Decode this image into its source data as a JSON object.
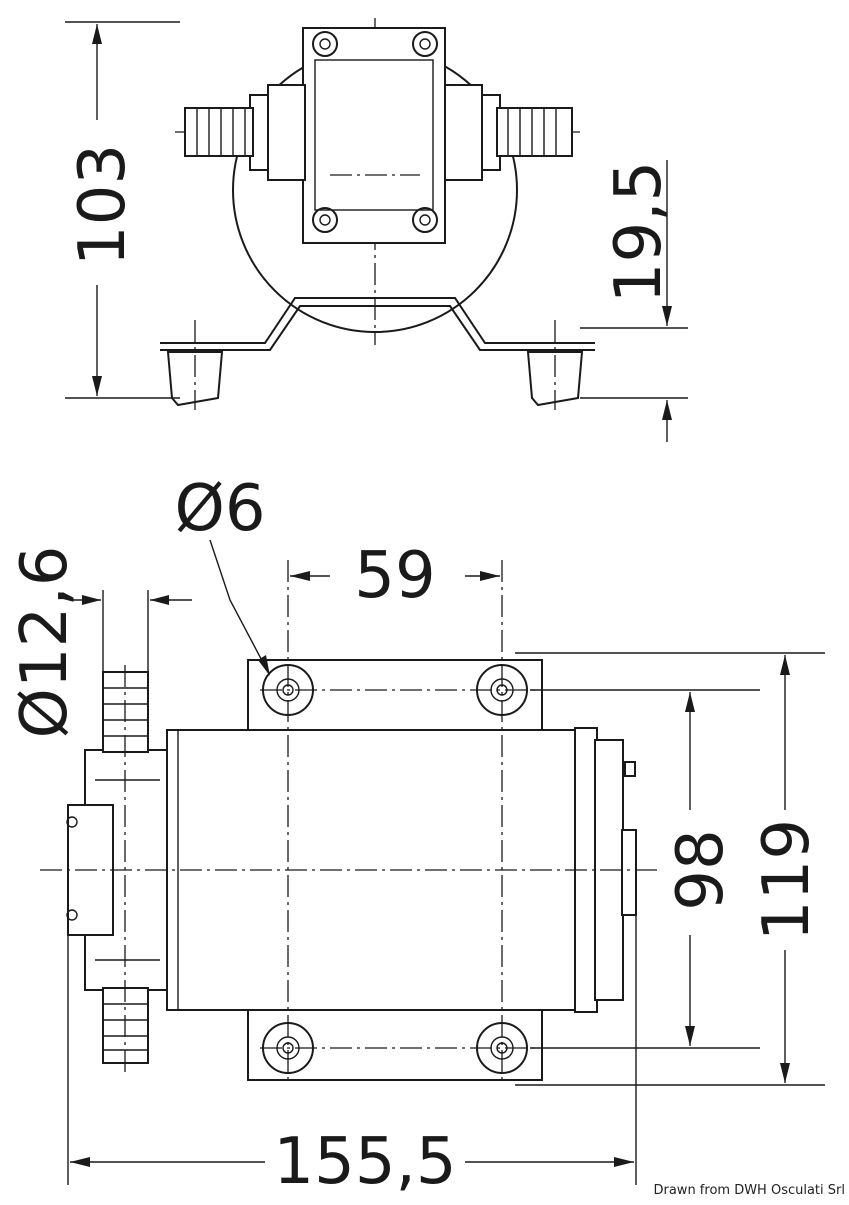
{
  "dimensions": {
    "front_height": "103",
    "front_base_offset": "19,5",
    "hole_diameter": "Ø6",
    "hole_spacing_length": "59",
    "port_diameter": "Ø12,6",
    "hole_spacing_width": "98",
    "overall_width": "119",
    "overall_length": "155,5"
  },
  "credit": "Drawn from DWH Osculati Srl"
}
